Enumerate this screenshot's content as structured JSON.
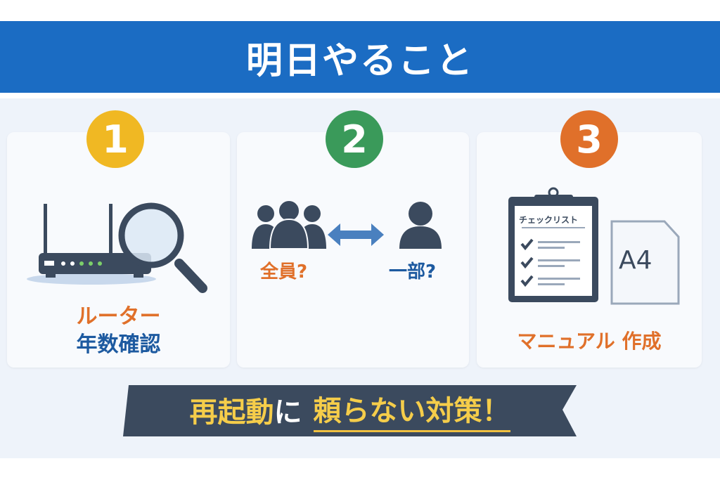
{
  "title": "明日やること",
  "steps": [
    {
      "number": "1",
      "color": "#f0b823",
      "line1": "ルーター",
      "line2": "年数確認"
    },
    {
      "number": "2",
      "color": "#3a9a5a",
      "left_label": "全員?",
      "right_label": "一部?"
    },
    {
      "number": "3",
      "color": "#e0702a",
      "checklist_title": "チェックリスト",
      "paper_label": "A4",
      "label": "マニュアル 作成"
    }
  ],
  "banner": {
    "part1": "再起動",
    "part2": "に",
    "part3": "頼らない対策！"
  },
  "colors": {
    "blue": "#1b6cc3",
    "navy": "#3b4a5e",
    "orange": "#e0702a",
    "dark_blue": "#1d5aa0",
    "yellow": "#f5cd4a"
  }
}
